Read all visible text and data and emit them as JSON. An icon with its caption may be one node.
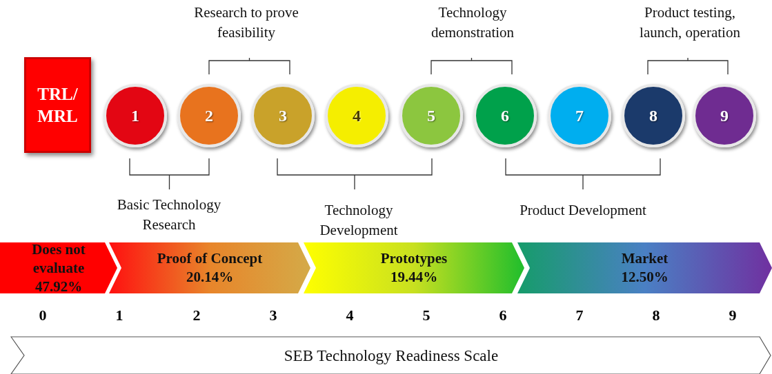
{
  "diagram": {
    "nodes": [
      {
        "text": [
          "TRL/ MRL"
        ]
      },
      {
        "text": [
          "1"
        ]
      },
      {
        "text": [
          "2"
        ]
      },
      {
        "text": [
          "3"
        ]
      },
      {
        "text": [
          "4"
        ]
      },
      {
        "text": [
          "5"
        ]
      },
      {
        "text": [
          "6"
        ]
      },
      {
        "text": [
          "7"
        ]
      },
      {
        "text": [
          "8"
        ]
      },
      {
        "text": [
          "9"
        ]
      },
      {
        "text": [
          "Does not evaluate",
          "47.92%"
        ]
      },
      {
        "text": [
          "Proof of Concept",
          "20.14%"
        ]
      },
      {
        "text": [
          "Prototypes",
          "19.44%"
        ]
      },
      {
        "text": [
          "Market",
          "12.50%"
        ]
      },
      {
        "text": [
          "SEB Technology Readiness Scale"
        ]
      }
    ],
    "labels": [
      "Research to prove feasibility",
      "Technology demonstration",
      "Product testing, launch, operation",
      "Basic Technology Research",
      "Technology Development",
      "Product Development",
      "0",
      "1",
      "2",
      "3",
      "4",
      "5",
      "6",
      "7",
      "8",
      "9"
    ]
  }
}
